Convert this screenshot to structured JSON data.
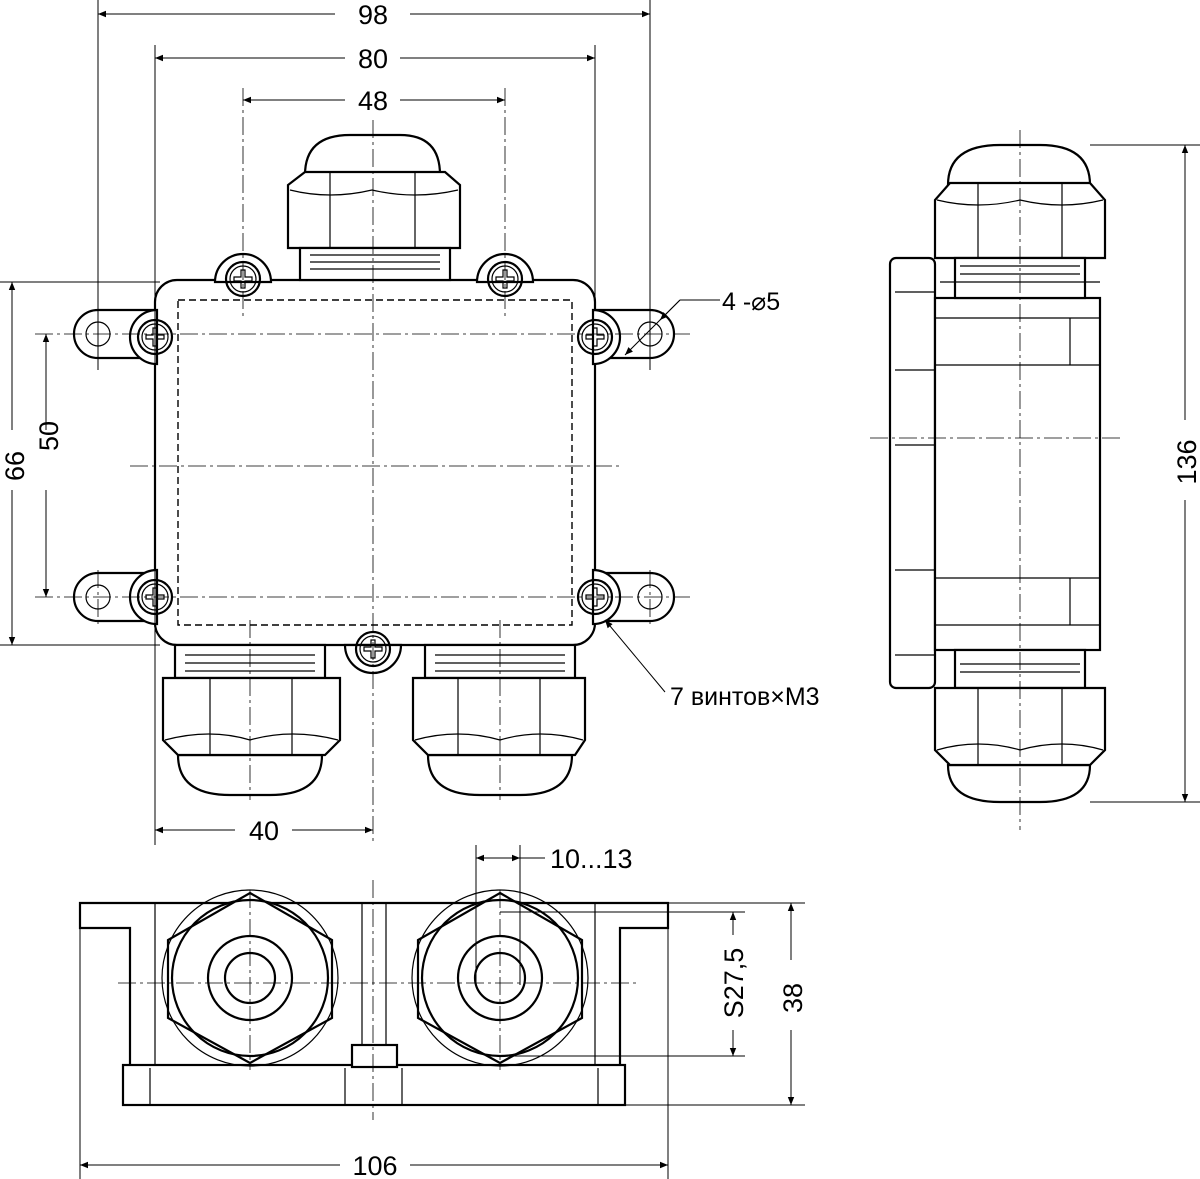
{
  "title": "Junction box dimensional drawing",
  "dimensions": {
    "width_overall": "98",
    "width_mount": "80",
    "width_top_screws": "48",
    "holes": "4 -⌀5",
    "height_overall": "66",
    "height_mount": "50",
    "side_length": "136",
    "screws_note": "7 винтов×M3",
    "gland_offset": "40",
    "cable_range": "10...13",
    "nut_size": "S27,5",
    "height": "38",
    "base_length": "106"
  }
}
